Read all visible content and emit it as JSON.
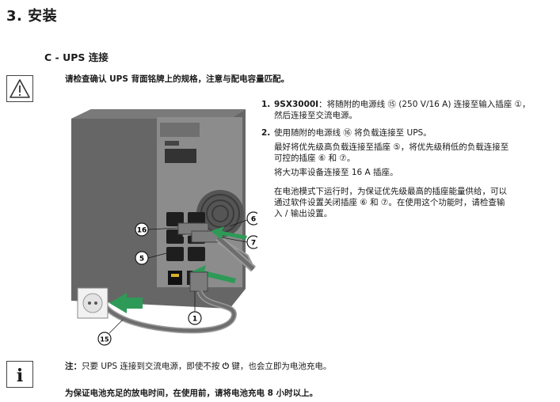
{
  "section": {
    "title": "3. 安装"
  },
  "subsection": {
    "title": "C - UPS 连接"
  },
  "warning": {
    "icon": "warning-triangle-icon",
    "text": "请检查确认 UPS 背面铭牌上的规格，注意与配电容量匹配。"
  },
  "steps": [
    {
      "num": "1.",
      "model": "9SX3000I",
      "line1_rest": "：将随附的电源线 ⑮ (250 V/16 A) 连接至输入插座 ①，",
      "line2": "然后连接至交流电源。"
    },
    {
      "num": "2.",
      "line1": "使用随附的电源线 ⑯ 将负载连接至 UPS。",
      "line2": "最好将优先级高负载连接至插座 ⑤，将优先级稍低的负载连接至",
      "line3": "可控的插座 ⑥ 和 ⑦。",
      "line4": "将大功率设备连接至 16 A 插座。",
      "line5": "在电池模式下运行时，为保证优先级最高的插座能量供给，可以",
      "line6": "通过软件设置关闭插座 ⑥ 和 ⑦。在使用这个功能时，请检查输",
      "line7": "入 / 输出设置。"
    }
  ],
  "diagram": {
    "callouts": [
      "1",
      "5",
      "6",
      "7",
      "15",
      "16"
    ]
  },
  "note": {
    "icon": "info-icon",
    "label": "注：",
    "text_before": "只要 UPS 连接到交流电源，即使不按 ",
    "power_symbol": "⏻",
    "text_after": " 键，也会立即为电池充电。"
  },
  "final_note": "为保证电池充足的放电时间，在使用前，请将电池充电 8 小时以上。",
  "colors": {
    "ups_body": "#6b6b6b",
    "ups_panel": "#8a8a8a",
    "arrow": "#2e9a57",
    "cable": "#8a8a8a"
  }
}
